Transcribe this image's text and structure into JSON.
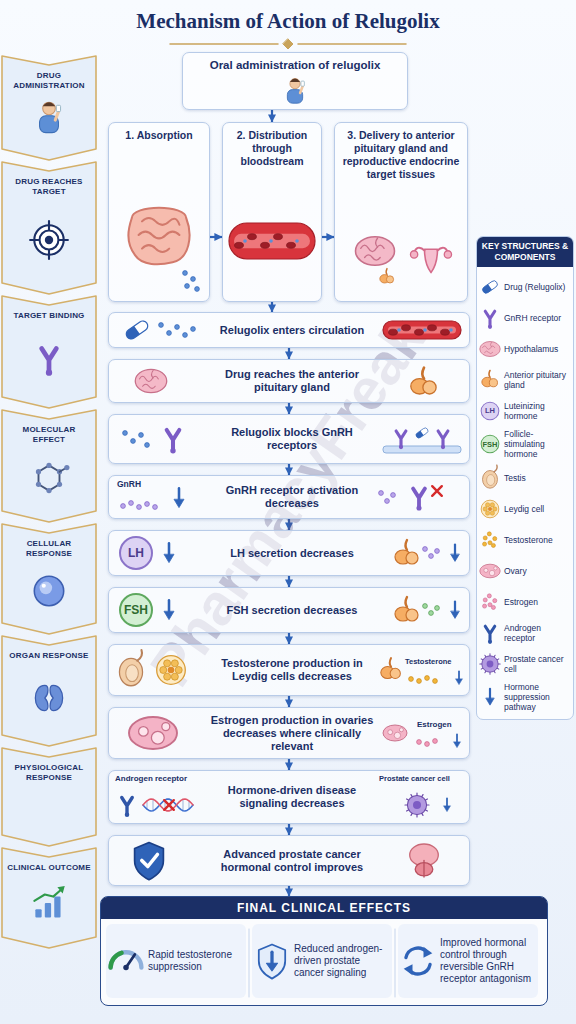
{
  "diagram": {
    "title": "Mechanism of Action of Relugolix",
    "nodes": [
      {
        "text": [
          "DRUG ADMINISTRATION"
        ]
      },
      {
        "text": [
          "DRUG REACHES TARGET"
        ]
      },
      {
        "text": [
          "TARGET BINDING"
        ]
      },
      {
        "text": [
          "MOLECULAR EFFECT"
        ]
      },
      {
        "text": [
          "CELLULAR RESPONSE"
        ]
      },
      {
        "text": [
          "ORGAN RESPONSE"
        ]
      },
      {
        "text": [
          "PHYSIOLOGICAL RESPONSE"
        ]
      },
      {
        "text": [
          "CLINICAL OUTCOME"
        ]
      },
      {
        "text": [
          "Oral administration of relugolix"
        ]
      },
      {
        "text": [
          "1. Absorption"
        ]
      },
      {
        "text": [
          "2. Distribution through bloodstream"
        ]
      },
      {
        "text": [
          "3. Delivery to anterior pituitary gland and reproductive endocrine target tissues"
        ]
      },
      {
        "text": [
          "Relugolix enters circulation"
        ]
      },
      {
        "text": [
          "Drug reaches the anterior pituitary gland"
        ]
      },
      {
        "text": [
          "Relugolix blocks GnRH receptors"
        ]
      },
      {
        "text": [
          "GnRH receptor activation decreases"
        ]
      },
      {
        "text": [
          "LH secretion decreases"
        ]
      },
      {
        "text": [
          "LH"
        ],
        "in": 16
      },
      {
        "text": [
          "FSH secretion decreases"
        ]
      },
      {
        "text": [
          "FSH"
        ],
        "in": 18
      },
      {
        "text": [
          "Testosterone production in Leydig cells decreases"
        ]
      },
      {
        "text": [
          "Estrogen production in ovaries decreases where clinically relevant"
        ]
      },
      {
        "text": [
          "Hormone-driven disease signaling decreases"
        ]
      },
      {
        "text": [
          "Advanced prostate cancer hormonal control improves"
        ]
      },
      {
        "text": [
          "KEY STRUCTURES & COMPONENTS"
        ]
      },
      {
        "text": [
          "FINAL CLINICAL EFFECTS"
        ]
      },
      {
        "text": [
          "Rapid testosterone suppression"
        ],
        "in": 25
      },
      {
        "text": [
          "Reduced androgen-driven prostate cancer signaling"
        ],
        "in": 25
      },
      {
        "text": [
          "Improved hormonal control through reversible GnRH receptor antagonism"
        ],
        "in": 25
      }
    ],
    "edges": [
      {
        "from": 8,
        "to": 10,
        "arrow": "to"
      },
      {
        "from": 9,
        "to": 10,
        "arrow": "to"
      },
      {
        "from": 10,
        "to": 11,
        "arrow": "to"
      },
      {
        "from": 10,
        "to": 12,
        "arrow": "to"
      },
      {
        "from": 12,
        "to": 13,
        "arrow": "to"
      },
      {
        "from": 13,
        "to": 14,
        "arrow": "to"
      },
      {
        "from": 14,
        "to": 15,
        "arrow": "to"
      },
      {
        "from": 15,
        "to": 16,
        "arrow": "to"
      },
      {
        "from": 16,
        "to": 18,
        "arrow": "to"
      },
      {
        "from": 18,
        "to": 20,
        "arrow": "to"
      },
      {
        "from": 20,
        "to": 21,
        "arrow": "to"
      },
      {
        "from": 21,
        "to": 22,
        "arrow": "to"
      },
      {
        "from": 22,
        "to": 23,
        "arrow": "to"
      },
      {
        "from": 23,
        "to": 25,
        "arrow": "to"
      }
    ],
    "labels": [
      "GnRH",
      "Testosterone",
      "Estrogen",
      "Androgen receptor",
      "Prostate cancer cell",
      "LH",
      "FSH",
      "PharmacyFreak"
    ],
    "legend": [
      {
        "text": "Drug (Relugolix)"
      },
      {
        "text": "GnRH receptor"
      },
      {
        "text": "Hypothalamus"
      },
      {
        "text": "Anterior pituitary gland"
      },
      {
        "text": "Luteinizing hormone"
      },
      {
        "text": "Follicle-stimulating hormone"
      },
      {
        "text": "Testis"
      },
      {
        "text": "Leydig cell"
      },
      {
        "text": "Testosterone"
      },
      {
        "text": "Ovary"
      },
      {
        "text": "Estrogen"
      },
      {
        "text": "Androgen receptor"
      },
      {
        "text": "Prostate cancer cell"
      },
      {
        "text": "Hormone suppression pathway"
      }
    ]
  }
}
